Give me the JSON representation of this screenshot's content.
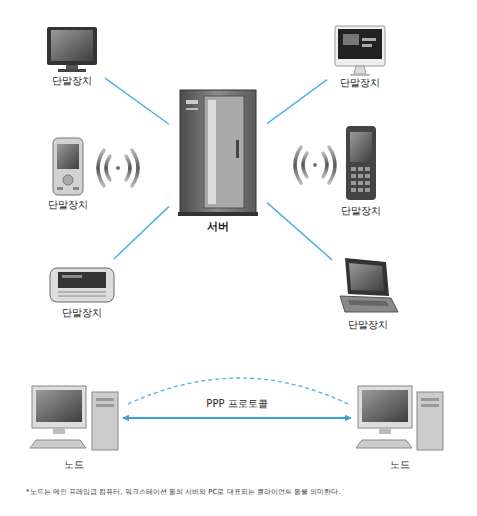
{
  "diagram": {
    "caption": "*노드는 메인 프레임급 컴퓨터, 워크스테이션 등의 서버와 PC로 대표되는 클라이언트 등을 의미한다.",
    "nodes": [
      {
        "text": [
          "단말장치"
        ]
      },
      {
        "text": [
          "단말장치"
        ]
      },
      {
        "text": [
          "단말장치"
        ]
      },
      {
        "text": [
          "서버"
        ]
      },
      {
        "text": [
          "단말장치"
        ]
      },
      {
        "text": [
          "단말장치"
        ]
      },
      {
        "text": [
          "단말장치"
        ]
      },
      {
        "text": [
          "노드"
        ]
      },
      {
        "text": [
          "노드"
        ]
      }
    ],
    "edges": [
      {
        "from": 3,
        "to": 0,
        "arrow": "none"
      },
      {
        "from": 3,
        "to": 1,
        "arrow": "none"
      },
      {
        "from": 3,
        "to": 5,
        "arrow": "none"
      },
      {
        "from": 3,
        "to": 6,
        "arrow": "none"
      },
      {
        "from": 7,
        "to": 8,
        "label": "PPP 프로토콜",
        "arrow": "both"
      }
    ]
  }
}
